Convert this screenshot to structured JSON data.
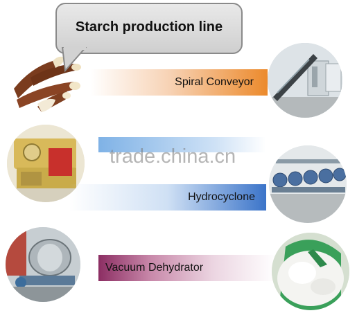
{
  "title": "Starch production line",
  "steps": [
    {
      "label": "Spiral Conveyor"
    },
    {
      "label": "Hydrocyclone"
    },
    {
      "label": "Vacuum Dehydrator"
    }
  ],
  "watermark": "trade.china.cn",
  "colors": {
    "orange": "#ec8a2c",
    "blue": "#3b74c9",
    "purple": "#8c2e63",
    "bubble": "#d8d8d8"
  }
}
